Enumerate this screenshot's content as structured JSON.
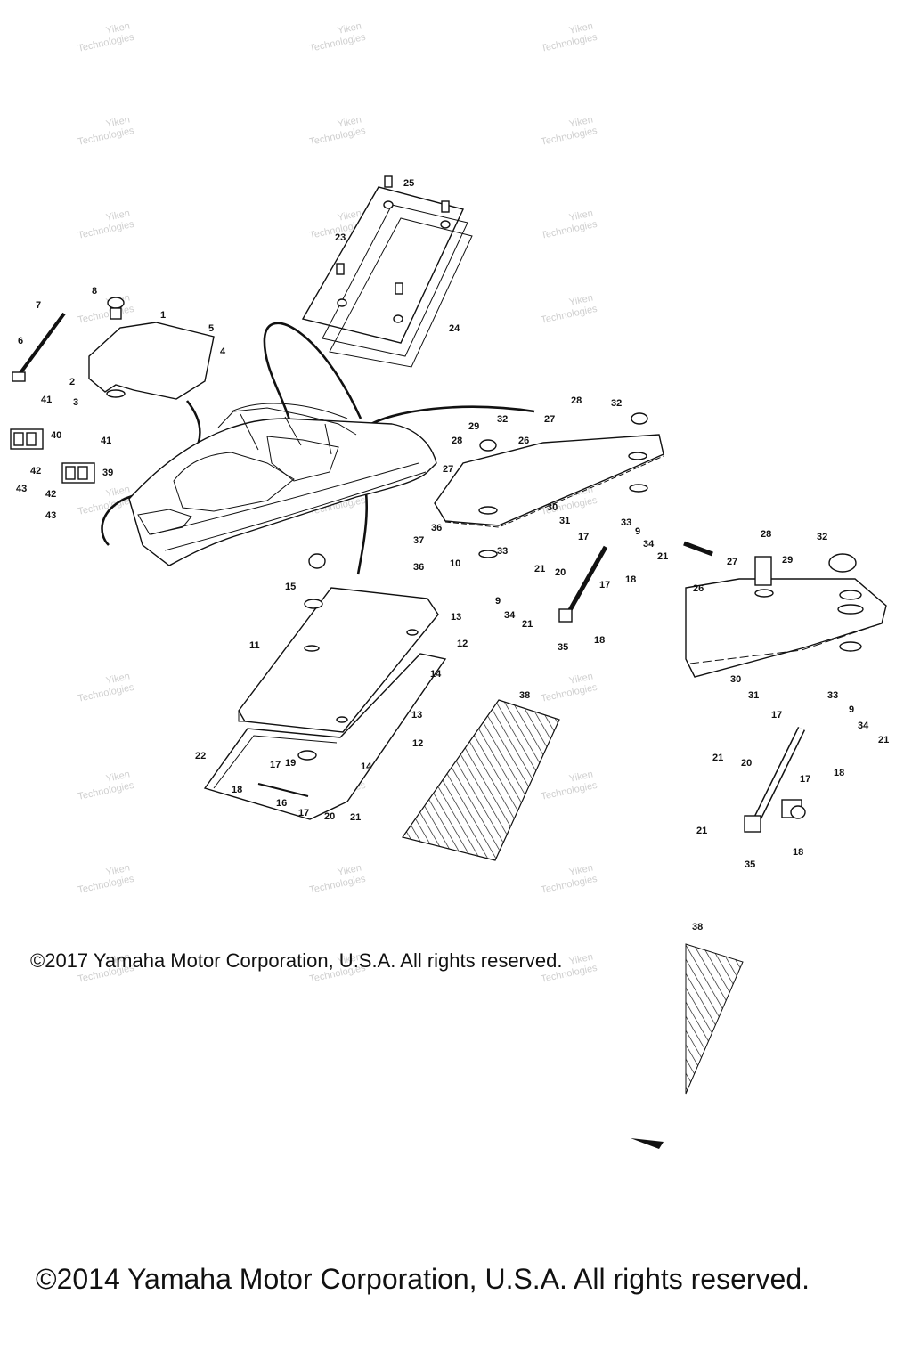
{
  "watermark": {
    "line1": "Yiken",
    "line2": "Technologies"
  },
  "copyright_2017": "©2017 Yamaha Motor Corporation, U.S.A. All rights reserved.",
  "copyright_2014": "©2014 Yamaha Motor Corporation, U.S.A. All rights reserved.",
  "callouts": {
    "c1": "1",
    "c2": "2",
    "c3": "3",
    "c4": "4",
    "c5": "5",
    "c6": "6",
    "c7": "7",
    "c8": "8",
    "c9a": "9",
    "c9b": "9",
    "c9c": "9",
    "c10": "10",
    "c11": "11",
    "c12a": "12",
    "c12b": "12",
    "c13a": "13",
    "c13b": "13",
    "c14a": "14",
    "c14b": "14",
    "c15": "15",
    "c16": "16",
    "c17a": "17",
    "c17b": "17",
    "c17c": "17",
    "c17d": "17",
    "c17e": "17",
    "c17f": "17",
    "c18a": "18",
    "c18b": "18",
    "c18c": "18",
    "c18d": "18",
    "c18e": "18",
    "c19": "19",
    "c20a": "20",
    "c20b": "20",
    "c20c": "20",
    "c21a": "21",
    "c21b": "21",
    "c21c": "21",
    "c21d": "21",
    "c21e": "21",
    "c21f": "21",
    "c21g": "21",
    "c22": "22",
    "c23": "23",
    "c24": "24",
    "c25": "25",
    "c26a": "26",
    "c26b": "26",
    "c27a": "27",
    "c27b": "27",
    "c27c": "27",
    "c28a": "28",
    "c28b": "28",
    "c28c": "28",
    "c29a": "29",
    "c29b": "29",
    "c30a": "30",
    "c30b": "30",
    "c31a": "31",
    "c31b": "31",
    "c32a": "32",
    "c32b": "32",
    "c32c": "32",
    "c33a": "33",
    "c33b": "33",
    "c33c": "33",
    "c34a": "34",
    "c34b": "34",
    "c34c": "34",
    "c35a": "35",
    "c35b": "35",
    "c36a": "36",
    "c36b": "36",
    "c37": "37",
    "c38a": "38",
    "c38b": "38",
    "c39": "39",
    "c40": "40",
    "c41a": "41",
    "c41b": "41",
    "c42a": "42",
    "c42b": "42",
    "c43a": "43",
    "c43b": "43"
  }
}
